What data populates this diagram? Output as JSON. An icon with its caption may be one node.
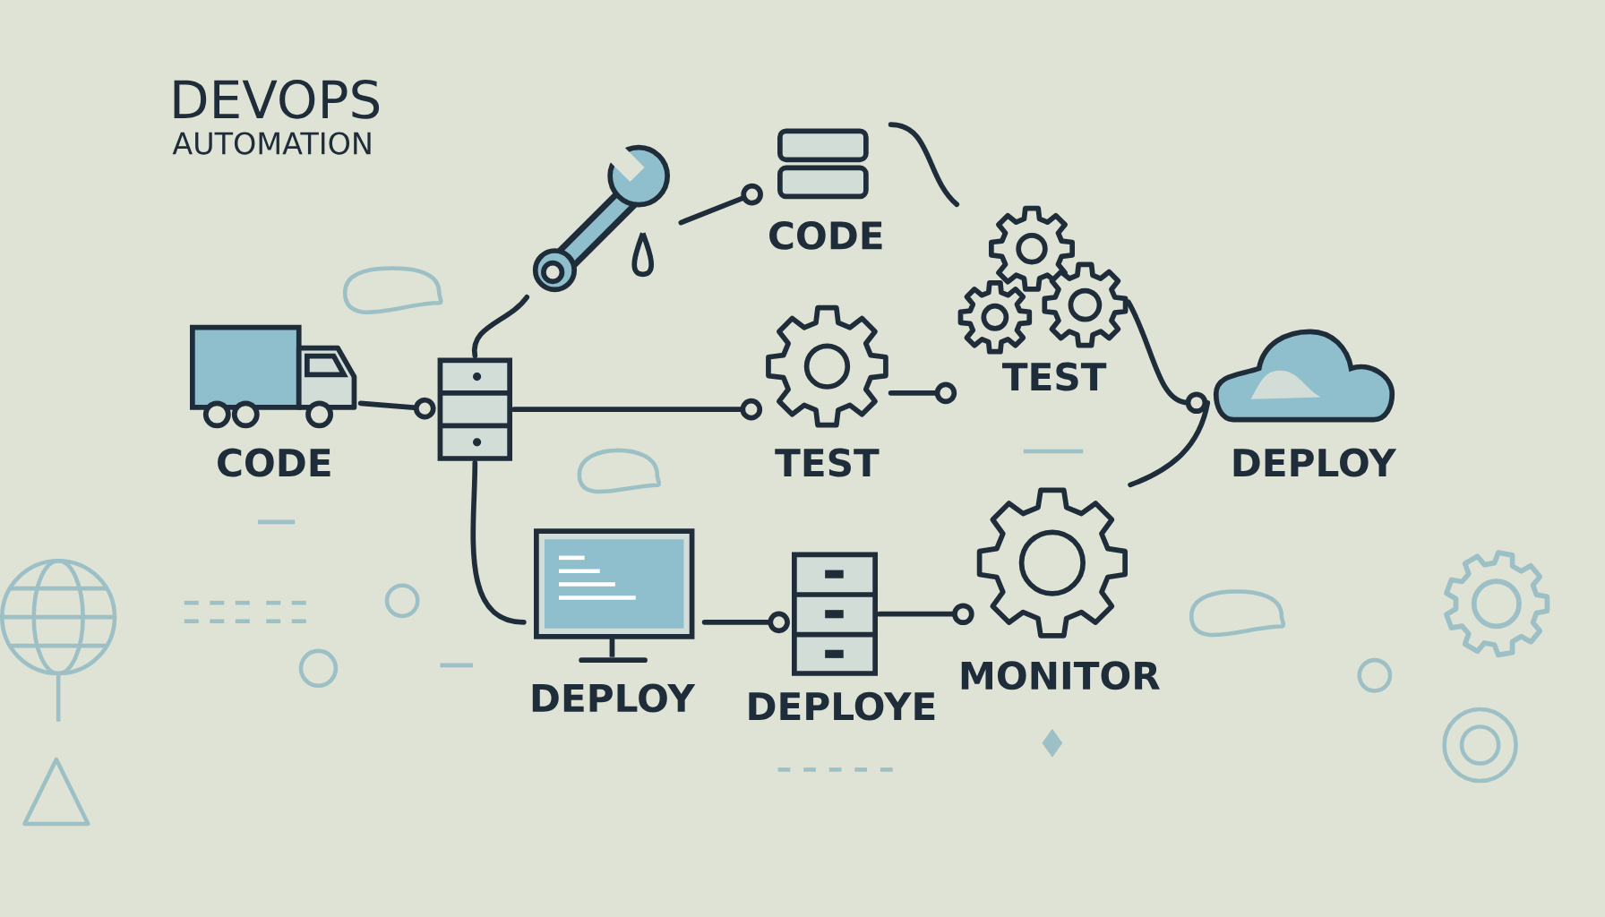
{
  "diagram": {
    "title": "DEVOPS",
    "nodes": [
      {
        "text": [
          "CODE"
        ]
      },
      {
        "text": [],
        "shape": "picture"
      },
      {
        "text": [],
        "shape": "picture"
      },
      {
        "text": [
          "CODE"
        ]
      },
      {
        "text": [
          "TEST"
        ]
      },
      {
        "text": [
          "TEST"
        ]
      },
      {
        "text": [
          "DEPLOY"
        ]
      },
      {
        "text": [
          "DEPLOY"
        ]
      },
      {
        "text": [
          "DEPLOYE"
        ]
      },
      {
        "text": [
          "MONITOR"
        ]
      }
    ],
    "edges": [
      {
        "from": 0,
        "to": 1,
        "arrow": "other"
      },
      {
        "from": 1,
        "to": 2,
        "arrow": "none"
      },
      {
        "from": 2,
        "to": 3,
        "arrow": "other"
      },
      {
        "from": 1,
        "to": 4,
        "arrow": "other"
      },
      {
        "from": 3,
        "to": 5,
        "arrow": "none"
      },
      {
        "from": 4,
        "to": 5,
        "arrow": "other"
      },
      {
        "from": 5,
        "to": 6,
        "arrow": "other"
      },
      {
        "from": 6,
        "to": 9,
        "arrow": "none"
      },
      {
        "from": 1,
        "to": 7,
        "arrow": "none"
      },
      {
        "from": 7,
        "to": 8,
        "arrow": "other"
      },
      {
        "from": 8,
        "to": 9,
        "arrow": "other"
      }
    ],
    "labels": [
      "AUTOMATION"
    ]
  }
}
